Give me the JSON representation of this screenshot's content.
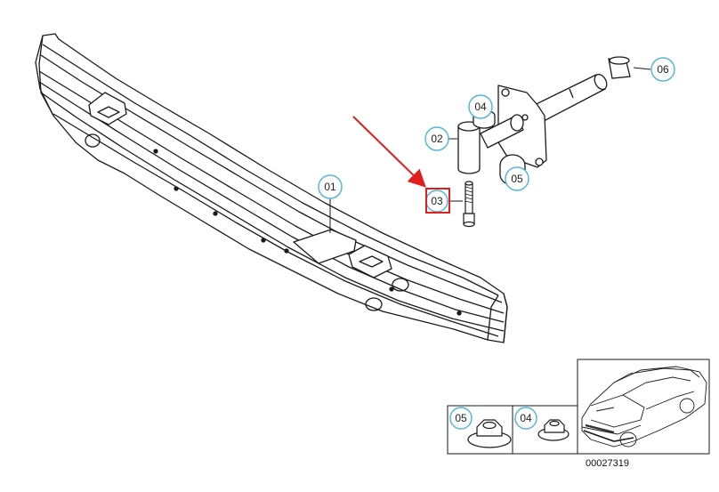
{
  "callouts": {
    "c01": "01",
    "c02": "02",
    "c03": "03",
    "c04": "04",
    "c05": "05",
    "c06": "06",
    "inset_c05": "05",
    "inset_c04": "04"
  },
  "reference_number": "00027319",
  "colors": {
    "callout_ring": "#56b7d8",
    "highlight_box": "#e01e1e",
    "pointer_arrow": "#e01e1e",
    "line": "#1a1a1a"
  }
}
